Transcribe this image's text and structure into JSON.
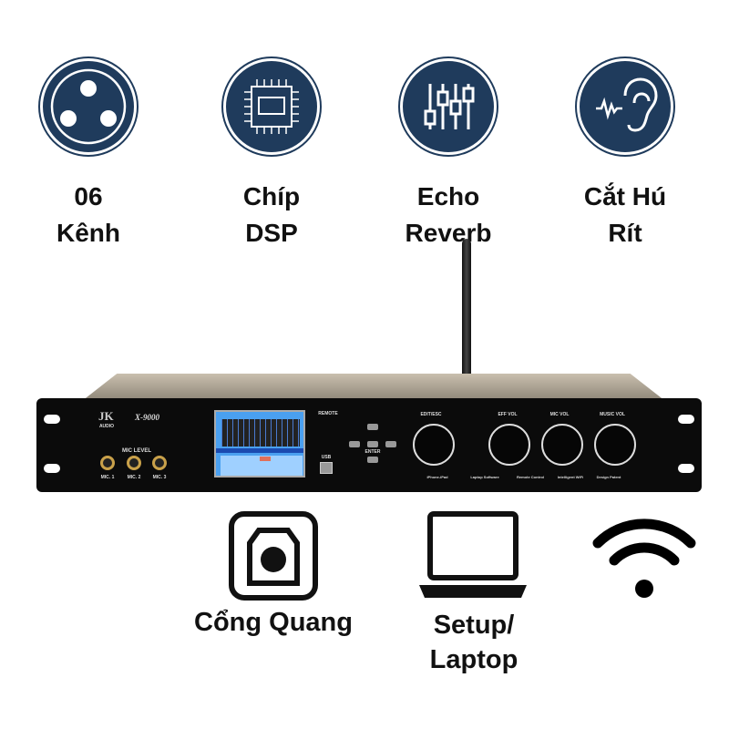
{
  "features": [
    {
      "icon": "xlr-connector-icon",
      "lines": [
        "06",
        "Kênh"
      ]
    },
    {
      "icon": "dsp-chip-icon",
      "lines": [
        "Chíp",
        "DSP"
      ]
    },
    {
      "icon": "equalizer-sliders-icon",
      "lines": [
        "Echo",
        "Reverb"
      ]
    },
    {
      "icon": "ear-feedback-icon",
      "lines": [
        "Cắt Hú",
        "Rít"
      ]
    }
  ],
  "device": {
    "brand": "JK",
    "brand_sub": "AUDIO",
    "model": "X-9000",
    "mic_level": "MIC LEVEL",
    "mics": [
      "MIC. 1",
      "MIC. 2",
      "MIC. 3"
    ],
    "remote": "REMOTE",
    "usb": "USB",
    "enter": "ENTER",
    "knobs": [
      "EDIT/ESC",
      "EFF VOL",
      "MIC VOL",
      "MUSIC VOL"
    ],
    "footer": [
      "iPhone-iPad",
      "Laptop Software",
      "Remote Control",
      "Intelligent WiFi",
      "Design Patent"
    ]
  },
  "bottom": [
    {
      "icon": "usb-b-port-icon",
      "lines": [
        "Cổng Quang"
      ]
    },
    {
      "icon": "laptop-icon",
      "lines": [
        "Setup/",
        "Laptop"
      ]
    },
    {
      "icon": "wifi-icon",
      "lines": []
    }
  ]
}
